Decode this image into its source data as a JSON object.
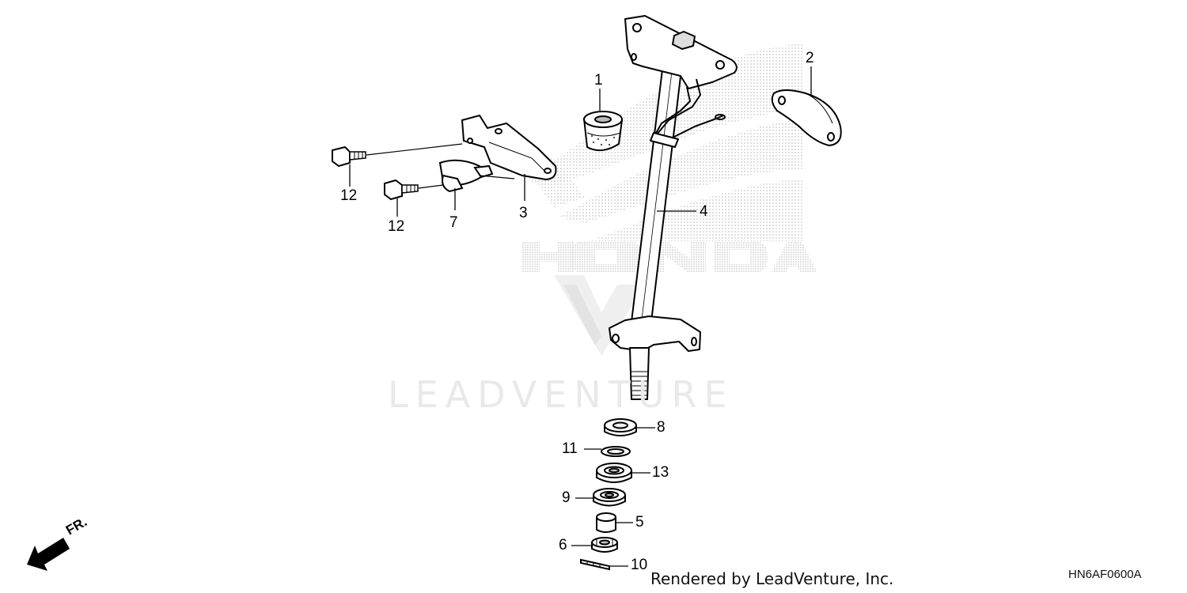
{
  "watermark": {
    "brand": "HONDA",
    "company": "LEADVENTURE"
  },
  "callouts": [
    "1",
    "2",
    "3",
    "4",
    "5",
    "6",
    "7",
    "8",
    "9",
    "10",
    "11",
    "12",
    "12",
    "13"
  ],
  "direction_label": "FR.",
  "credit": "Rendered by LeadVenture, Inc.",
  "diagram_code": "HN6AF0600A"
}
